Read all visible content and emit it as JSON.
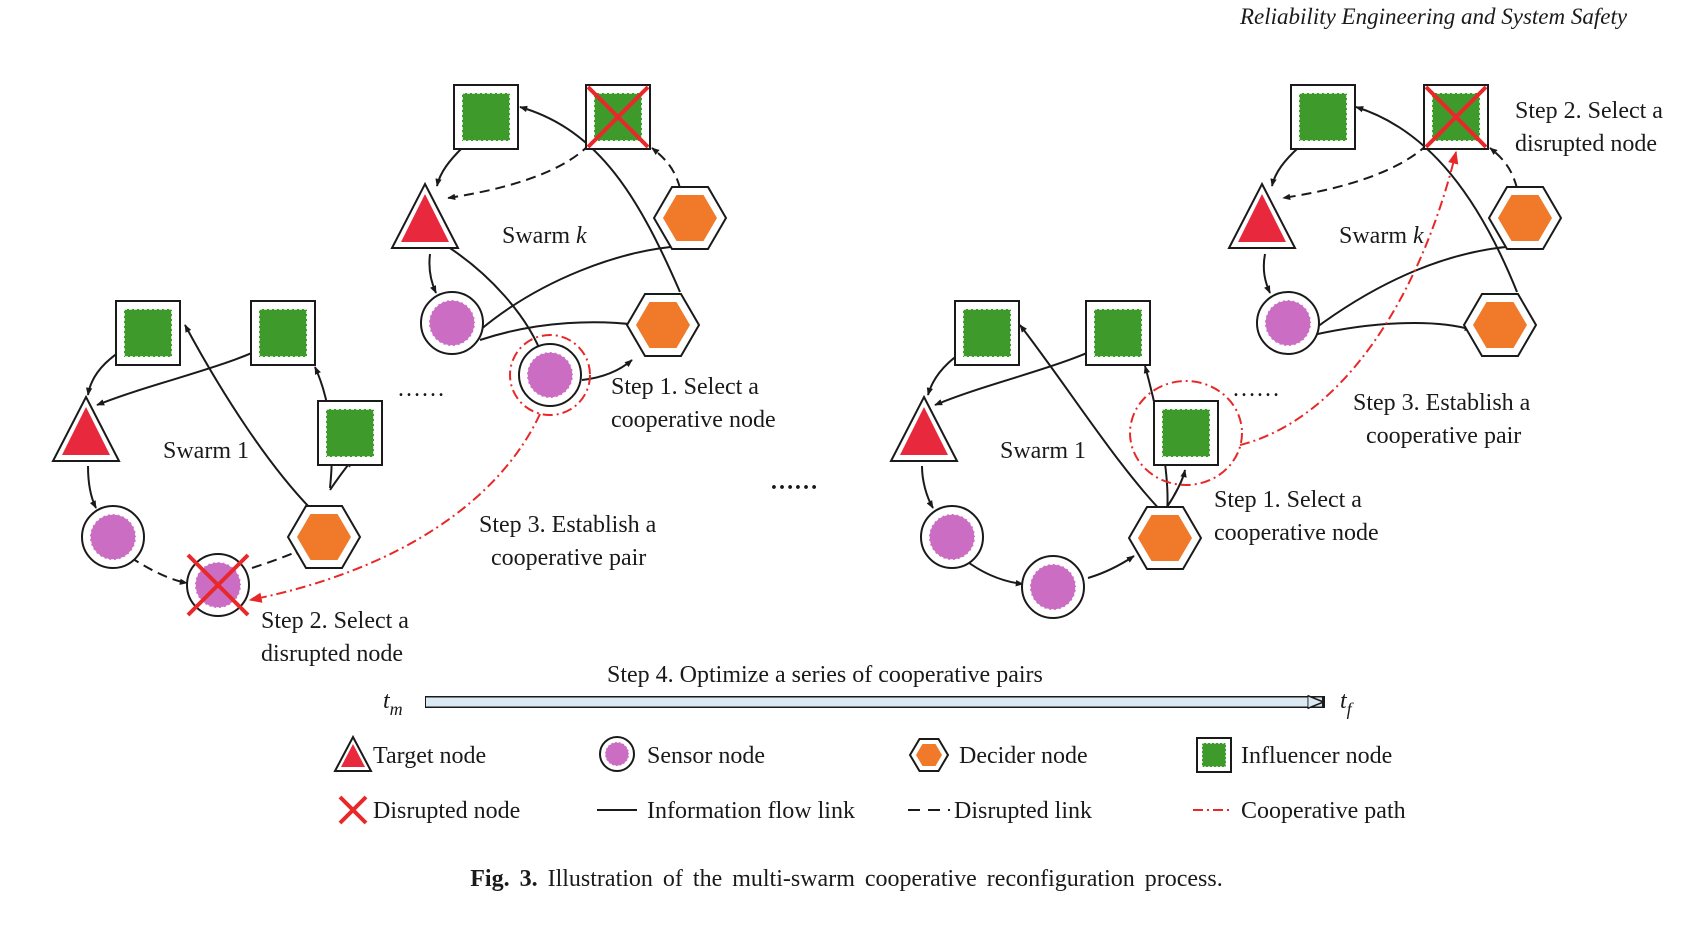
{
  "header": {
    "journal": "Reliability Engineering and System Safety"
  },
  "figure": {
    "swarm_left_1": "Swarm 1",
    "swarm_left_k_name": "Swarm ",
    "swarm_left_k_var": "k",
    "swarm_right_1": "Swarm 1",
    "swarm_right_k_name": "Swarm ",
    "swarm_right_k_var": "k",
    "ellipsis_small": "……",
    "ellipsis_center": "……",
    "left_step1": [
      "Step 1. Select a",
      "cooperative node"
    ],
    "left_step2": [
      "Step 2. Select a",
      "disrupted node"
    ],
    "left_step3": [
      "Step 3. Establish a",
      "cooperative pair"
    ],
    "right_step1": [
      "Step 1. Select a",
      "cooperative node"
    ],
    "right_step2": [
      "Step 2. Select a",
      "disrupted node"
    ],
    "right_step3": [
      "Step 3. Establish a",
      "cooperative pair"
    ],
    "step4": "Step 4. Optimize a series of cooperative pairs",
    "t_start": {
      "base": "t",
      "sub": "m"
    },
    "t_end": {
      "base": "t",
      "sub": "f"
    }
  },
  "legend": {
    "target": "Target node",
    "sensor": "Sensor node",
    "decider": "Decider node",
    "influencer": "Influencer node",
    "disrupted_node": "Disrupted node",
    "info_link": "Information flow link",
    "disrupted_link": "Disrupted link",
    "coop_path": "Cooperative path"
  },
  "caption": {
    "label": "Fig. 3.",
    "text": "Illustration of the multi-swarm cooperative reconfiguration process."
  },
  "colors": {
    "target": "#e8283c",
    "sensor": "#cc6dc4",
    "decider": "#f07a2a",
    "influencer": "#3f9a2c",
    "disrupted": "#e8282a",
    "coop": "#e82828",
    "timeline": "#dbe9f3"
  }
}
